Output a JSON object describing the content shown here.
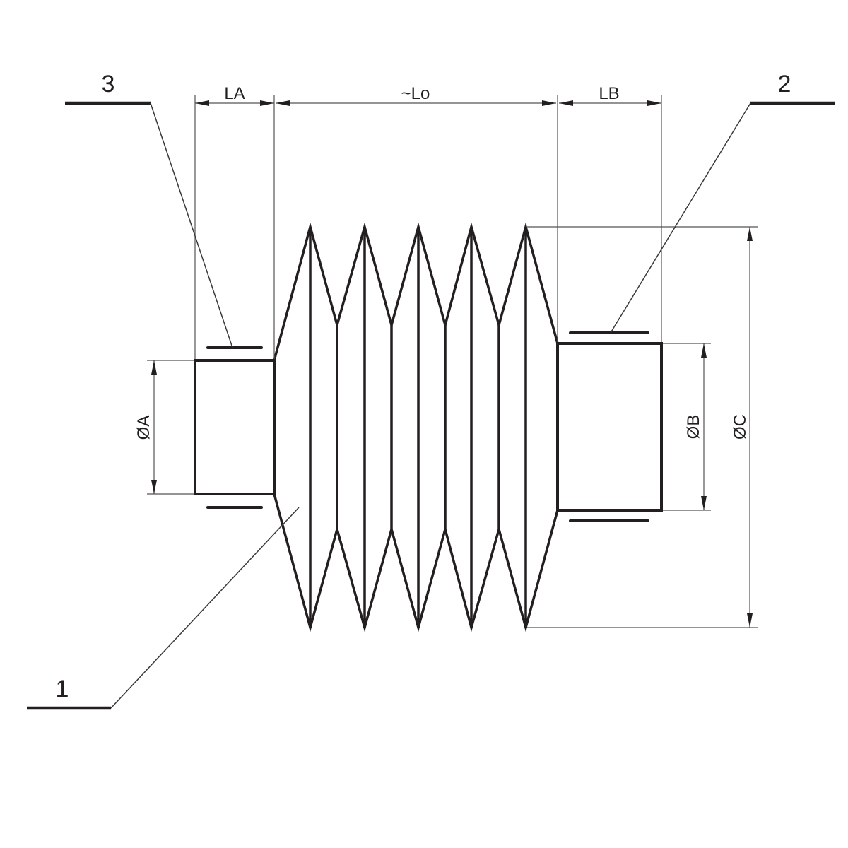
{
  "drawing": {
    "title": "Bellows with cuffs - technical drawing",
    "dimensions": {
      "la": "LA",
      "lo": "~Lo",
      "lb": "LB",
      "dia_a": "ØA",
      "dia_b": "ØB",
      "dia_c": "ØC"
    },
    "references": [
      {
        "id": "1",
        "label": "1",
        "part": "bellows"
      },
      {
        "id": "2",
        "label": "2",
        "part": "clamp-b"
      },
      {
        "id": "3",
        "label": "3",
        "part": "clamp-a"
      }
    ],
    "folds": 5,
    "colors": {
      "line": "#231f20",
      "dimension": "#555555",
      "background": "#ffffff"
    }
  }
}
